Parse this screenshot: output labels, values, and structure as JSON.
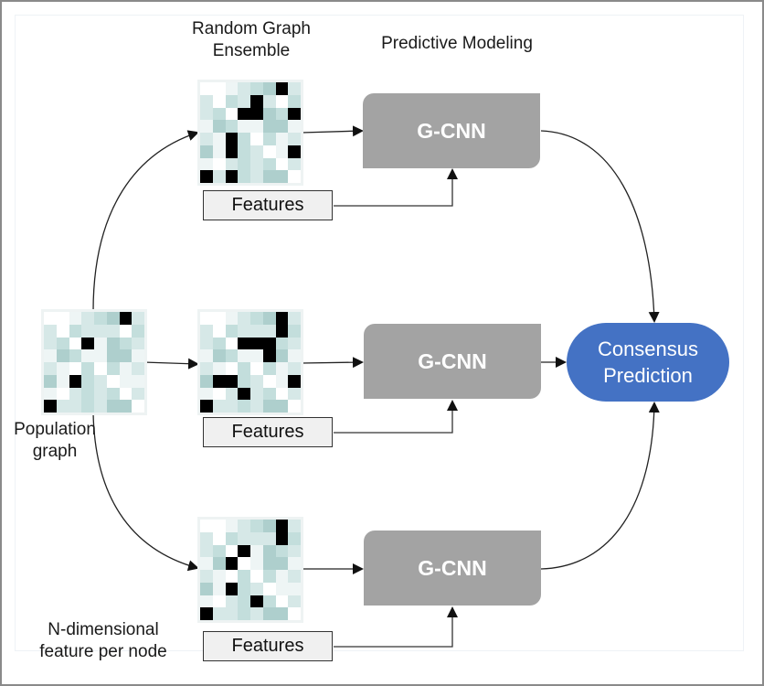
{
  "headers": {
    "ensemble": [
      "Random Graph",
      "Ensemble"
    ],
    "modeling": "Predictive Modeling"
  },
  "population_label": [
    "Population",
    "graph"
  ],
  "feature_label": [
    "N-dimensional",
    "feature per node"
  ],
  "gcnn_label": "G-CNN",
  "features_label": "Features",
  "consensus": [
    "Consensus",
    "Prediction"
  ],
  "colors": {
    "gcnn": "#a3a3a3",
    "consensus": "#4472c4",
    "features_bg": "#f0f0f0",
    "edge": "#1a1a1a"
  },
  "matrices": {
    "population": [
      [
        0,
        0,
        1,
        2,
        3,
        4,
        9,
        2
      ],
      [
        2,
        0,
        3,
        2,
        2,
        2,
        0,
        3
      ],
      [
        2,
        3,
        0,
        9,
        1,
        4,
        3,
        2
      ],
      [
        1,
        4,
        3,
        1,
        1,
        4,
        4,
        1
      ],
      [
        2,
        1,
        0,
        3,
        0,
        3,
        1,
        2
      ],
      [
        4,
        1,
        9,
        3,
        2,
        0,
        1,
        1
      ],
      [
        1,
        0,
        2,
        3,
        2,
        3,
        0,
        2
      ],
      [
        9,
        2,
        2,
        3,
        2,
        4,
        4,
        0
      ]
    ],
    "ensemble_1": [
      [
        0,
        0,
        1,
        2,
        3,
        4,
        9,
        2
      ],
      [
        2,
        0,
        3,
        2,
        9,
        2,
        0,
        3
      ],
      [
        2,
        3,
        0,
        9,
        9,
        4,
        3,
        9
      ],
      [
        1,
        4,
        3,
        1,
        1,
        4,
        4,
        1
      ],
      [
        2,
        1,
        9,
        3,
        0,
        3,
        1,
        2
      ],
      [
        4,
        1,
        9,
        3,
        2,
        0,
        1,
        9
      ],
      [
        1,
        0,
        2,
        3,
        2,
        3,
        0,
        2
      ],
      [
        9,
        2,
        9,
        3,
        2,
        4,
        4,
        0
      ]
    ],
    "ensemble_2": [
      [
        0,
        0,
        1,
        2,
        3,
        4,
        9,
        2
      ],
      [
        2,
        0,
        3,
        2,
        2,
        2,
        9,
        3
      ],
      [
        2,
        3,
        0,
        9,
        9,
        9,
        3,
        2
      ],
      [
        1,
        4,
        3,
        1,
        1,
        9,
        4,
        1
      ],
      [
        2,
        1,
        0,
        3,
        0,
        3,
        1,
        2
      ],
      [
        4,
        9,
        9,
        3,
        2,
        0,
        1,
        9
      ],
      [
        1,
        0,
        2,
        9,
        2,
        3,
        0,
        2
      ],
      [
        9,
        2,
        2,
        3,
        2,
        4,
        4,
        0
      ]
    ],
    "ensemble_3": [
      [
        0,
        0,
        1,
        2,
        3,
        4,
        9,
        2
      ],
      [
        2,
        0,
        3,
        2,
        2,
        2,
        9,
        3
      ],
      [
        2,
        3,
        0,
        9,
        1,
        4,
        3,
        2
      ],
      [
        1,
        4,
        9,
        0,
        1,
        4,
        4,
        1
      ],
      [
        2,
        1,
        0,
        3,
        0,
        3,
        1,
        2
      ],
      [
        4,
        1,
        9,
        3,
        2,
        0,
        1,
        1
      ],
      [
        1,
        0,
        2,
        3,
        9,
        3,
        0,
        2
      ],
      [
        9,
        2,
        2,
        3,
        2,
        4,
        4,
        0
      ]
    ]
  }
}
